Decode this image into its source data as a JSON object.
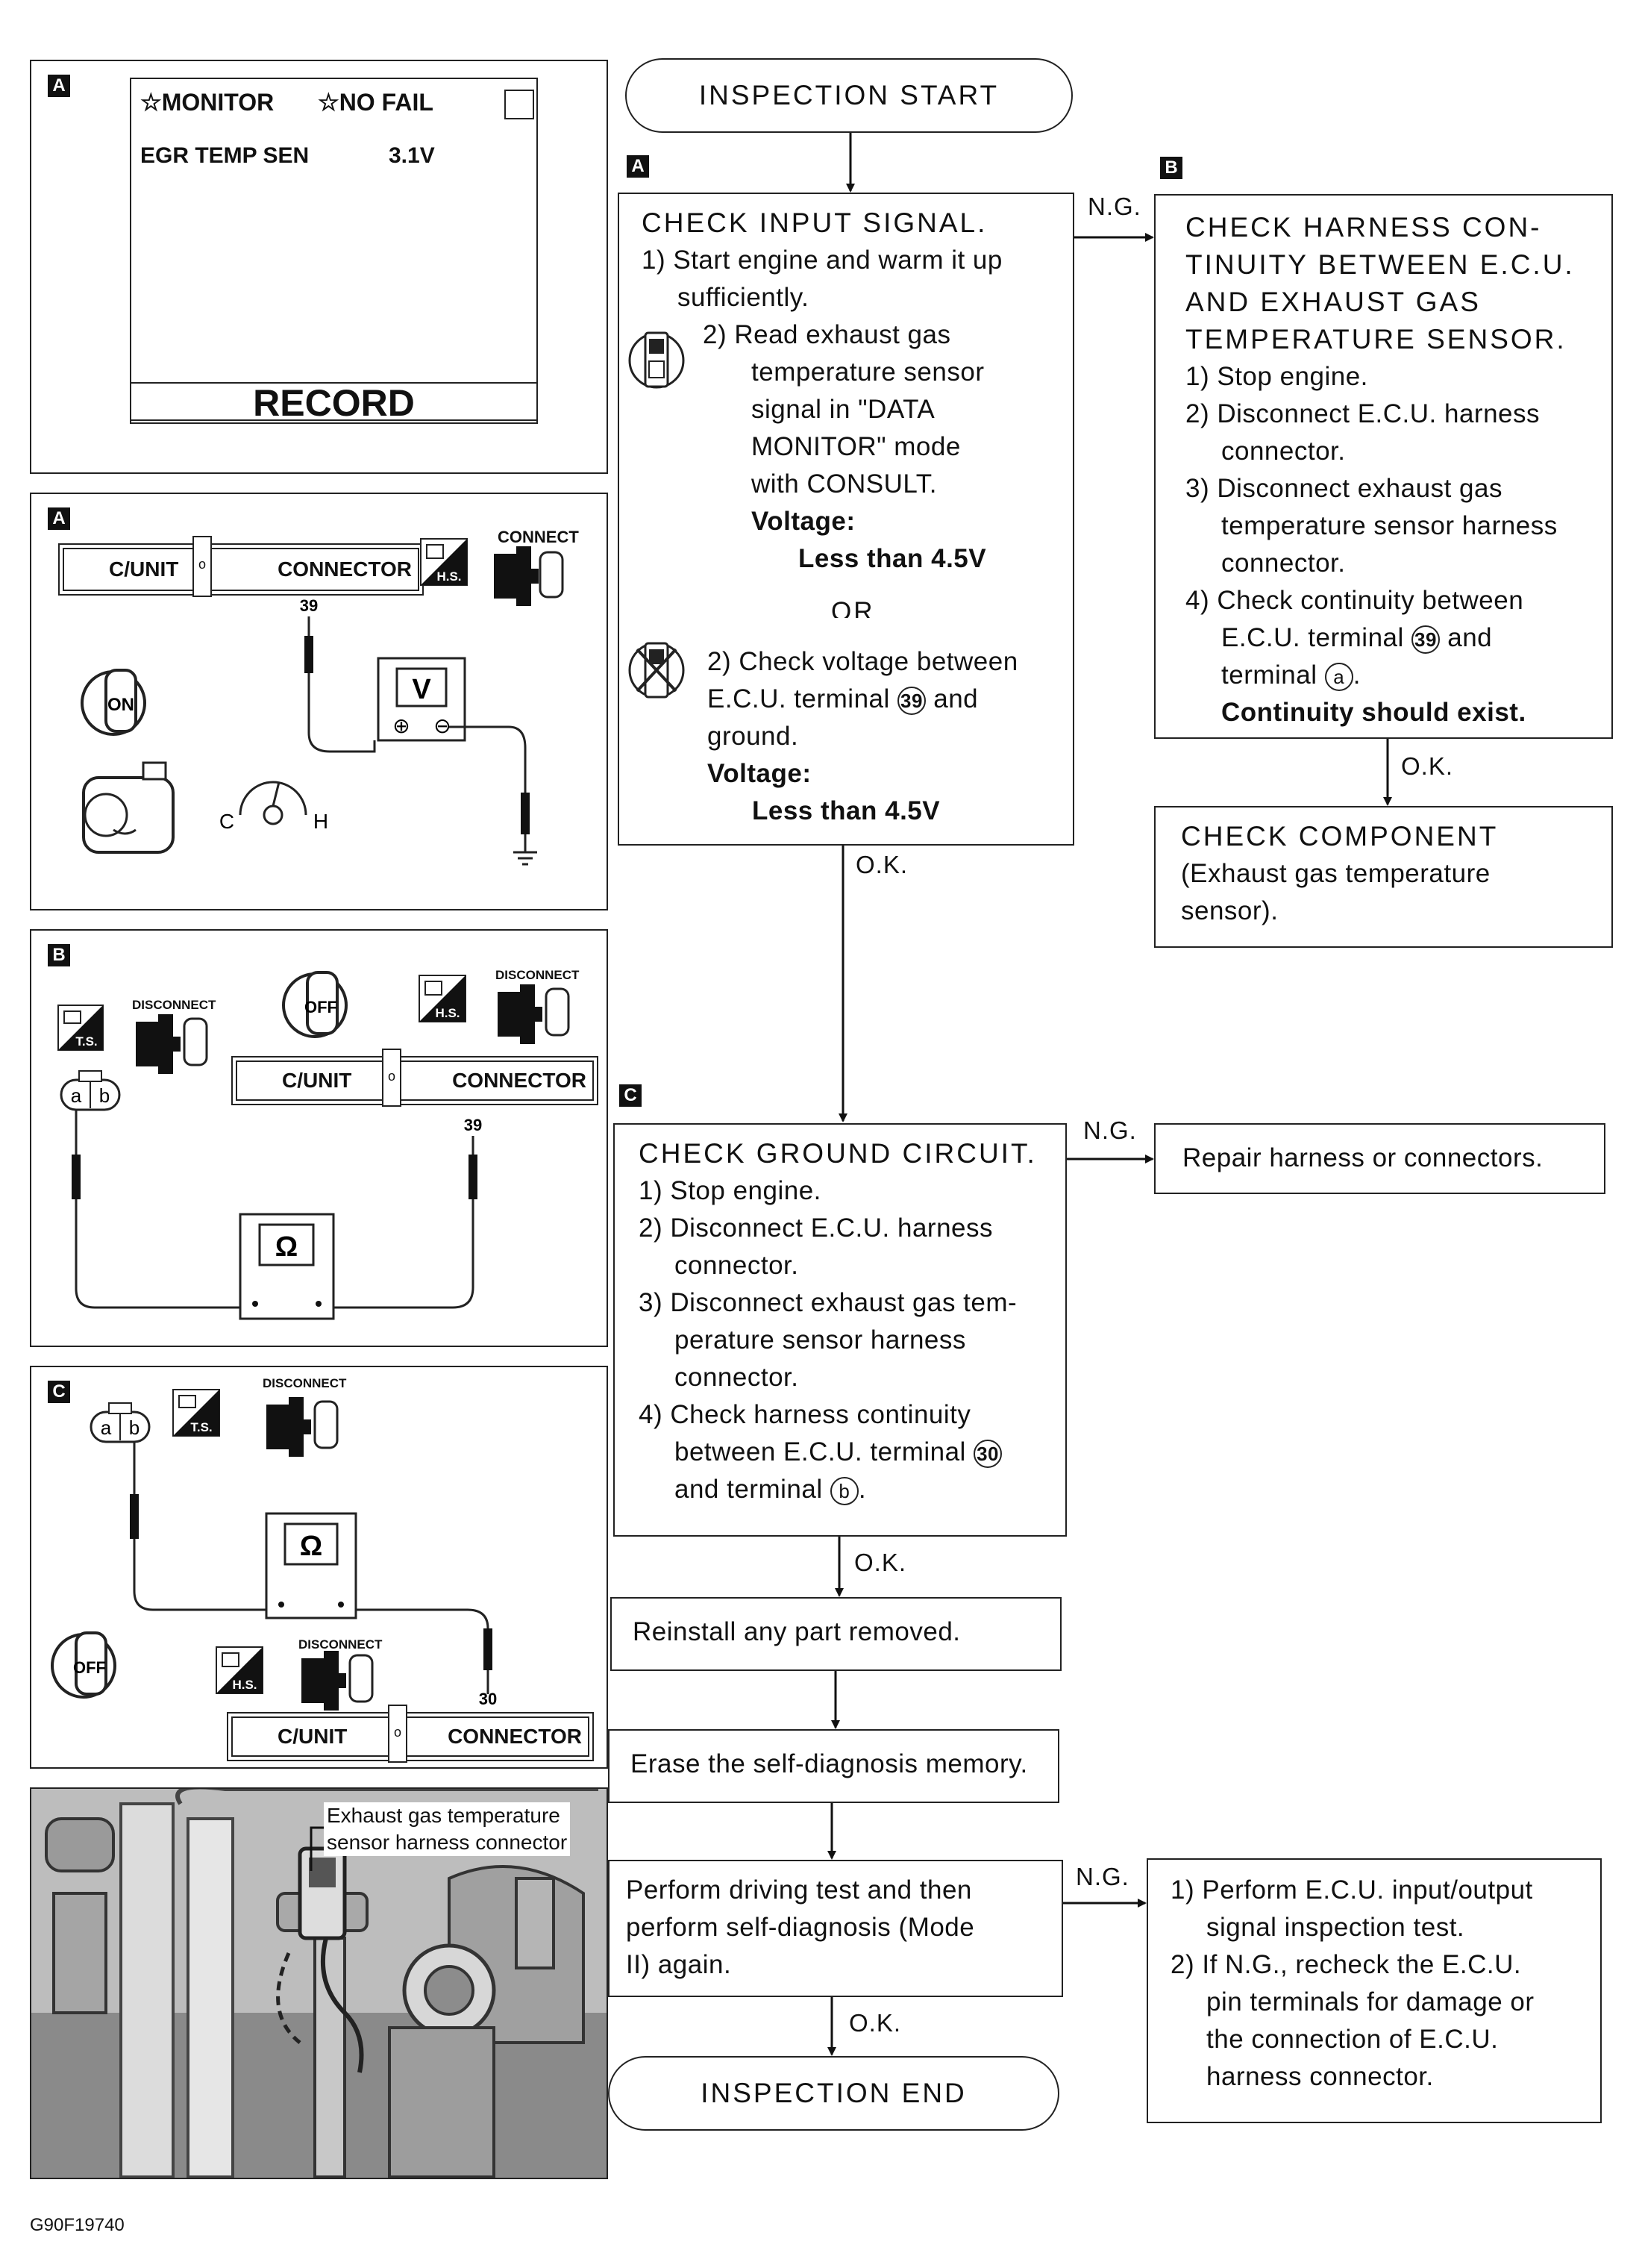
{
  "consult_screen": {
    "tag": "A",
    "monitor": "MONITOR",
    "no_fail": "NO FAIL",
    "item_name": "EGR TEMP SEN",
    "item_value": "3.1V",
    "record_button": "RECORD"
  },
  "panel_a": {
    "tag": "A",
    "c_unit": "C/UNIT",
    "connector": "CONNECTOR",
    "connect": "CONNECT",
    "hs": "H.S.",
    "terminal": "39",
    "meter": "V",
    "plus": "⊕",
    "minus": "⊖",
    "ign": "ON",
    "gauge_c": "C",
    "gauge_h": "H"
  },
  "panel_b": {
    "tag": "B",
    "ts": "T.S.",
    "disconnect_ts": "DISCONNECT",
    "ign": "OFF",
    "hs": "H.S.",
    "disconnect_hs": "DISCONNECT",
    "c_unit": "C/UNIT",
    "connector": "CONNECTOR",
    "terminal": "39",
    "meter": "Ω",
    "pin_a": "a",
    "pin_b": "b"
  },
  "panel_c": {
    "tag": "C",
    "pin_a": "a",
    "pin_b": "b",
    "ts": "T.S.",
    "disconnect_ts": "DISCONNECT",
    "meter": "Ω",
    "ign": "OFF",
    "hs": "H.S.",
    "disconnect_hs": "DISCONNECT",
    "terminal": "30",
    "c_unit": "C/UNIT",
    "connector": "CONNECTOR"
  },
  "photo": {
    "caption_line1": "Exhaust gas temperature",
    "caption_line2": "sensor harness connector"
  },
  "flow": {
    "start": "INSPECTION START",
    "end": "INSPECTION END",
    "tag_a": "A",
    "tag_b": "B",
    "tag_c": "C",
    "ng": "N.G.",
    "ok": "O.K.",
    "box_a": {
      "title": "CHECK  INPUT  SIGNAL.",
      "s1a": "1)  Start engine and warm it up",
      "s1b": "sufficiently.",
      "s2a": "2)  Read exhaust gas",
      "s2b": "temperature sensor",
      "s2c": "signal in \"DATA",
      "s2d": "MONITOR\" mode",
      "s2e": "with CONSULT.",
      "v_label": "Voltage:",
      "v_value": "Less than 4.5V",
      "or": "OR",
      "alt_a": "2)  Check voltage between",
      "alt_b": "E.C.U.  terminal",
      "alt_b_term": "39",
      "alt_b_end": " and",
      "alt_c": "ground.",
      "alt_v_label": "Voltage:",
      "alt_v_value": "Less than 4.5V"
    },
    "box_b": {
      "t1": "CHECK  HARNESS  CON-",
      "t2": "TINUITY  BETWEEN  E.C.U.",
      "t3": "AND  EXHAUST  GAS",
      "t4": "TEMPERATURE  SENSOR.",
      "s1": "1)  Stop engine.",
      "s2a": "2)  Disconnect E.C.U. harness",
      "s2b": "connector.",
      "s3a": "3)  Disconnect exhaust gas",
      "s3b": "temperature sensor harness",
      "s3c": "connector.",
      "s4a": "4)  Check continuity between",
      "s4b": "E.C.U.  terminal",
      "s4b_term": "39",
      "s4b_end": " and",
      "s4c": "terminal",
      "s4c_term": "a",
      "s4c_end": ".",
      "s5": "Continuity should exist."
    },
    "box_component": {
      "l1": "CHECK  COMPONENT",
      "l2": "(Exhaust gas temperature",
      "l3": "sensor)."
    },
    "box_c": {
      "title": "CHECK  GROUND  CIRCUIT.",
      "s1": "1)  Stop engine.",
      "s2a": "2)  Disconnect E.C.U. harness",
      "s2b": "connector.",
      "s3a": "3)  Disconnect exhaust gas tem-",
      "s3b": "perature sensor harness",
      "s3c": "connector.",
      "s4a": "4)  Check harness continuity",
      "s4b": "between E.C.U. terminal",
      "s4b_term": "30",
      "s4c": "and terminal",
      "s4c_term": "b",
      "s4c_end": "."
    },
    "repair": "Repair harness or connectors.",
    "reinstall": "Reinstall any part removed.",
    "erase": "Erase the self-diagnosis memory.",
    "drive_1": "Perform driving test and then",
    "drive_2": "perform self-diagnosis (Mode",
    "drive_3": "II) again.",
    "ecu_1": "1)  Perform E.C.U. input/output",
    "ecu_2": "signal inspection test.",
    "ecu_3": "2)  If N.G., recheck the E.C.U.",
    "ecu_4": "pin terminals for damage or",
    "ecu_5": "the connection of E.C.U.",
    "ecu_6": "harness connector."
  },
  "figure_id": "G90F19740"
}
